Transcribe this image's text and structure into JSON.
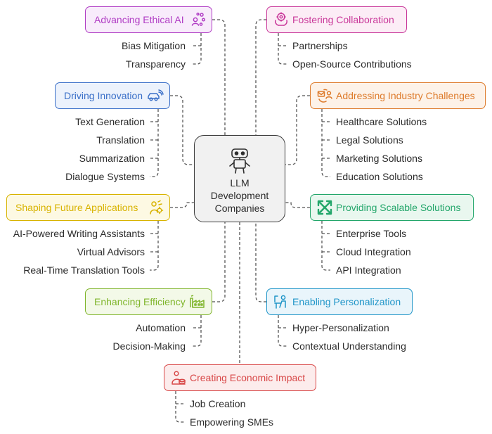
{
  "center": {
    "lines": [
      "LLM",
      "Development",
      "Companies"
    ],
    "icon": "robot-icon"
  },
  "branches": {
    "ethical_ai": {
      "title": "Advancing Ethical AI",
      "icon": "people-network-icon",
      "color": "#b03cc4",
      "fill": "#f8ecfb",
      "items": [
        "Bias Mitigation",
        "Transparency"
      ]
    },
    "collaboration": {
      "title": "Fostering Collaboration",
      "icon": "brain-gear-icon",
      "color": "#c9389a",
      "fill": "#fcedf6",
      "items": [
        "Partnerships",
        "Open-Source Contributions"
      ]
    },
    "innovation": {
      "title": "Driving Innovation",
      "icon": "car-signal-icon",
      "color": "#3a6fc8",
      "fill": "#ecf2fc",
      "items": [
        "Text Generation",
        "Translation",
        "Summarization",
        "Dialogue Systems"
      ]
    },
    "industry": {
      "title": "Addressing Industry Challenges",
      "icon": "refresh-person-icon",
      "color": "#dd7a2a",
      "fill": "#fdf2e8",
      "items": [
        "Healthcare Solutions",
        "Legal Solutions",
        "Marketing Solutions",
        "Education Solutions"
      ]
    },
    "future": {
      "title": "Shaping Future Applications",
      "icon": "person-gear-icon",
      "color": "#d8b300",
      "fill": "#fdf9e3",
      "items": [
        "AI-Powered Writing Assistants",
        "Virtual Advisors",
        "Real-Time Translation Tools"
      ]
    },
    "scalable": {
      "title": "Providing Scalable Solutions",
      "icon": "expand-arrows-icon",
      "color": "#22a66a",
      "fill": "#e9f7ef",
      "items": [
        "Enterprise Tools",
        "Cloud Integration",
        "API Integration"
      ]
    },
    "efficiency": {
      "title": "Enhancing Efficiency",
      "icon": "factory-icon",
      "color": "#7fb52b",
      "fill": "#f3f9e8",
      "items": [
        "Automation",
        "Decision-Making"
      ]
    },
    "personalization": {
      "title": "Enabling Personalization",
      "icon": "person-desk-icon",
      "color": "#1f95c8",
      "fill": "#e9f5fb",
      "items": [
        "Hyper-Personalization",
        "Contextual Understanding"
      ]
    },
    "economic": {
      "title": "Creating Economic Impact",
      "icon": "person-coins-icon",
      "color": "#d84848",
      "fill": "#fcecec",
      "items": [
        "Job Creation",
        "Empowering SMEs"
      ]
    }
  }
}
